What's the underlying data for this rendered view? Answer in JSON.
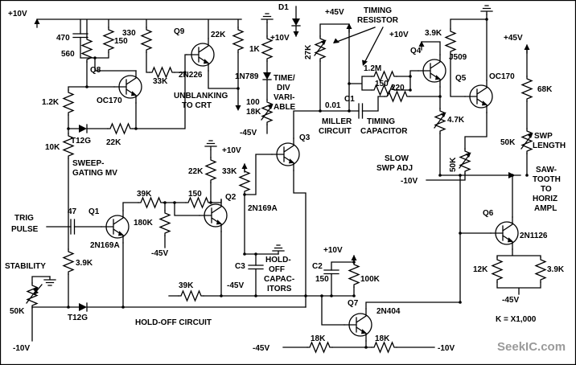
{
  "page": {
    "watermark": "SeekIC.com",
    "scale_note": "K = X1,000"
  },
  "supplies": {
    "p10_topleft": "+10V",
    "p10_d1": "+10V",
    "p10_q4": "+10V",
    "p10_mid": "+10V",
    "p10_c2": "+10V",
    "p45_top": "+45V",
    "p45_right": "+45V",
    "m45_timediv": "-45V",
    "m45_q1": "-45V",
    "m45_holdoff": "-45V",
    "m45_q6": "-45V",
    "m45_q7": "-45V",
    "m10_stability": "-10V",
    "m10_slowswp": "-10V",
    "m10_q7": "-10V"
  },
  "transistors": {
    "q1": {
      "ref": "Q1",
      "part": "2N169A"
    },
    "q2": {
      "ref": "Q2",
      "part": "2N169A"
    },
    "q3": {
      "ref": "Q3"
    },
    "q4": {
      "ref": "Q4",
      "part": "J509"
    },
    "q5": {
      "ref": "Q5",
      "part": "OC170"
    },
    "q6": {
      "ref": "Q6",
      "part": "2N1126"
    },
    "q7": {
      "ref": "Q7",
      "part": "2N404"
    },
    "q8": {
      "ref": "Q8",
      "part": "OC170"
    },
    "q9": {
      "ref": "Q9",
      "part": "2N226"
    }
  },
  "diodes": {
    "d1": "D1",
    "d1n789": "1N789",
    "t12g_top": "T12G",
    "t12g_bottom": "T12G"
  },
  "resistors": {
    "r470": "470",
    "r150_top": "150",
    "r330": "330",
    "r22k_q9": "22K",
    "r560": "560",
    "r33k_q9": "33K",
    "r1_2k": "1.2K",
    "r10k": "10K",
    "r22k_gate": "22K",
    "r1k": "1K",
    "r27k": "27K",
    "r100": "100",
    "r18k_timediv": "18K",
    "r3_9k_q4": "3.9K",
    "r1_2m": "1.2M",
    "r150_q4": "150",
    "r220": "220",
    "r4_7k": "4.7K",
    "r68k": "68K",
    "r50k_len": "50K",
    "r50k_slow": "50K",
    "r22k_q2": "22K",
    "r33k_q2": "33K",
    "r39k_q2": "39K",
    "r150_q2": "150",
    "r180k": "180K",
    "r3_9k_q1": "3.9K",
    "r50k_stab": "50K",
    "r39k_hold": "39K",
    "r100k": "100K",
    "r12k": "12K",
    "r3_9k_q6": "3.9K",
    "r18k_a": "18K",
    "r18k_b": "18K"
  },
  "capacitors": {
    "c47": "47",
    "c1": {
      "ref": "C1",
      "value": "0.01"
    },
    "c2": {
      "ref": "C2",
      "value": "150"
    },
    "c3": {
      "ref": "C3"
    }
  },
  "annotations": {
    "unblanking": [
      "UNBLANKING",
      "TO CRT"
    ],
    "sweep_gating": [
      "SWEEP-",
      "GATING MV"
    ],
    "trig_pulse": [
      "TRIG",
      "PULSE"
    ],
    "stability": "STABILITY",
    "holdoff_circuit": "HOLD-OFF CIRCUIT",
    "holdoff_caps": [
      "HOLD-",
      "OFF",
      "CAPAC-",
      "ITORS"
    ],
    "timing_resistor": [
      "TIMING",
      "RESISTOR"
    ],
    "timing_capacitor": [
      "TIMING",
      "CAPACITOR"
    ],
    "miller_circuit": [
      "MILLER",
      "CIRCUIT"
    ],
    "time_div_variable": [
      "TIME/",
      "DIV",
      "VARI-",
      "ABLE"
    ],
    "slow_swp_adj": [
      "SLOW",
      "SWP ADJ"
    ],
    "swp_length": [
      "SWP",
      "LENGTH"
    ],
    "sawtooth_out": [
      "SAW-",
      "TOOTH",
      "TO",
      "HORIZ",
      "AMPL"
    ]
  }
}
